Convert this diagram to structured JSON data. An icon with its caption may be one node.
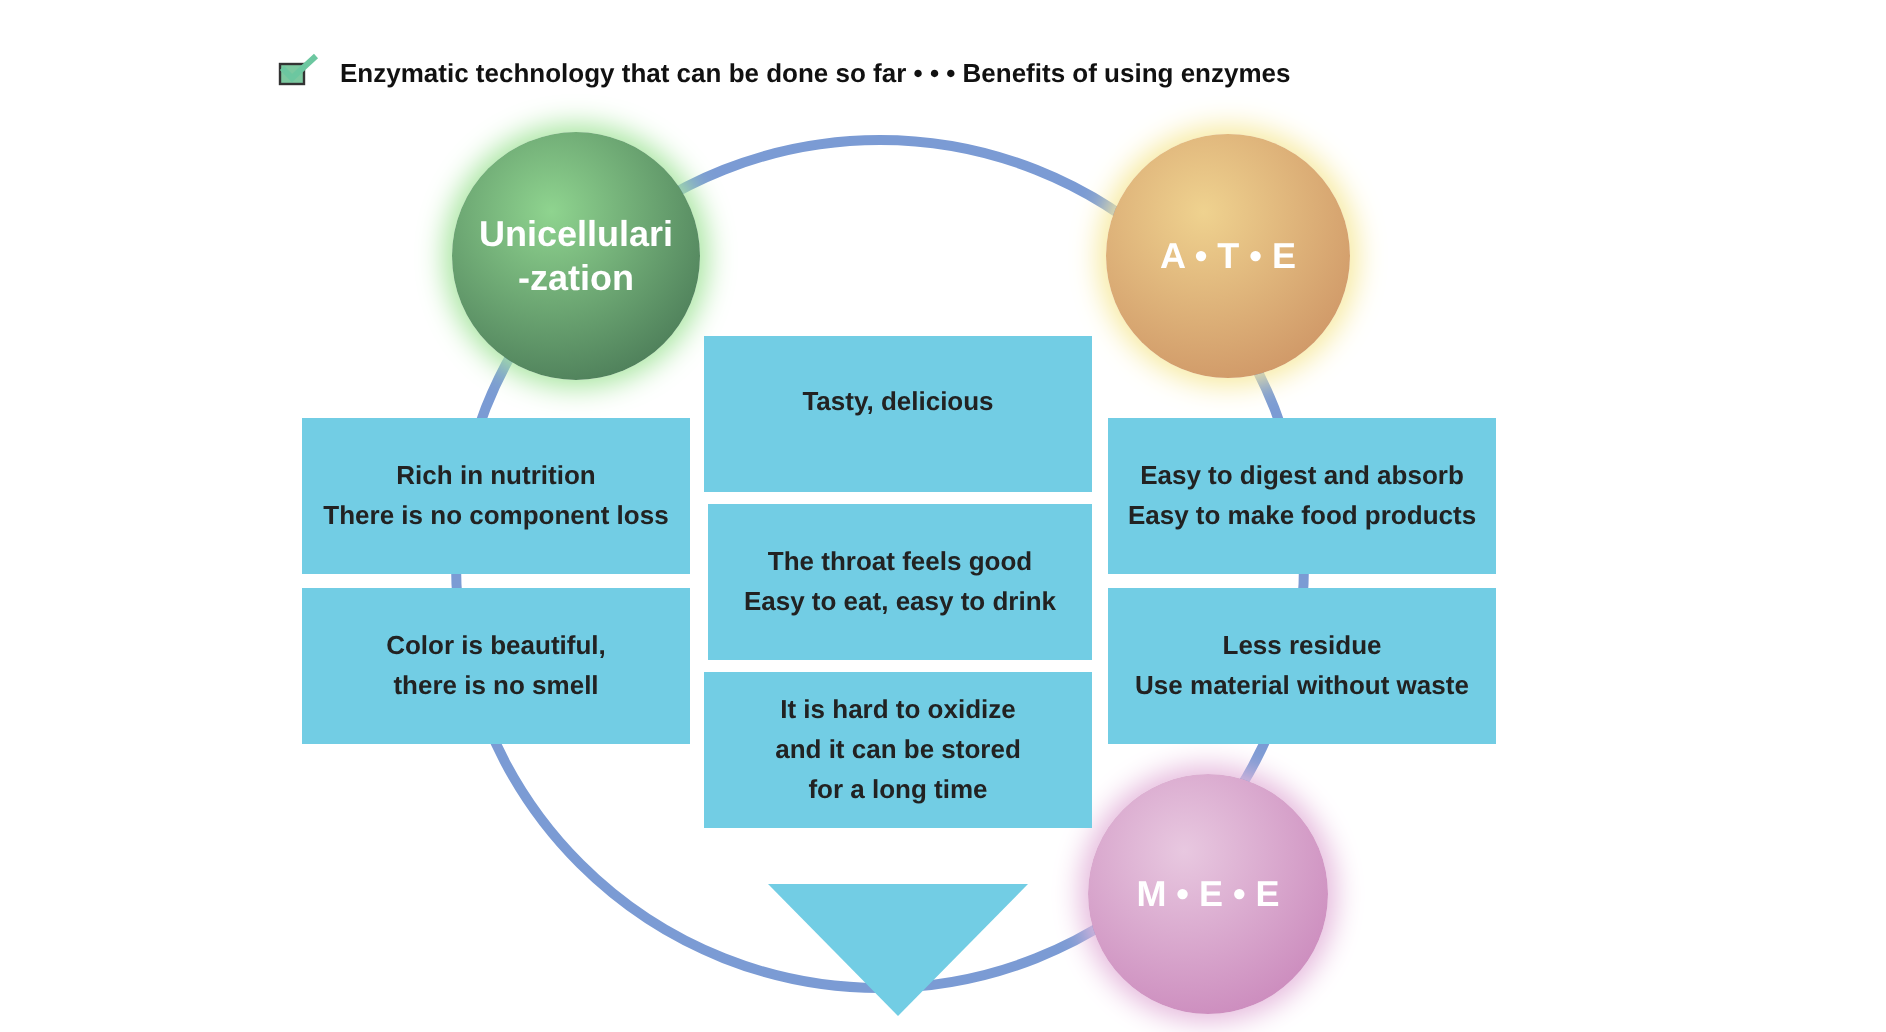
{
  "diagram": {
    "title": "Enzymatic technology that can be done so far • • • Benefits of using enzymes",
    "nodes": [
      {
        "text": [
          "Unicellulari -zation"
        ]
      },
      {
        "text": [
          "A • T • E"
        ]
      },
      {
        "text": [
          "M • E • E"
        ]
      },
      {
        "text": [
          "Rich in nutrition",
          "There is no component loss"
        ]
      },
      {
        "text": [
          "Color is beautiful, there is no smell"
        ]
      },
      {
        "text": [
          "Tasty, delicious"
        ]
      },
      {
        "text": [
          "The throat feels good",
          "Easy to eat, easy to drink"
        ]
      },
      {
        "text": [
          "It is hard to oxidize and it can be stored for a long time"
        ]
      },
      {
        "text": [
          "Easy to digest and absorb",
          "Easy to make food products"
        ]
      },
      {
        "text": [
          "Less residue",
          "Use material without waste"
        ]
      },
      {
        "text": [],
        "shape": "triangle"
      }
    ]
  }
}
